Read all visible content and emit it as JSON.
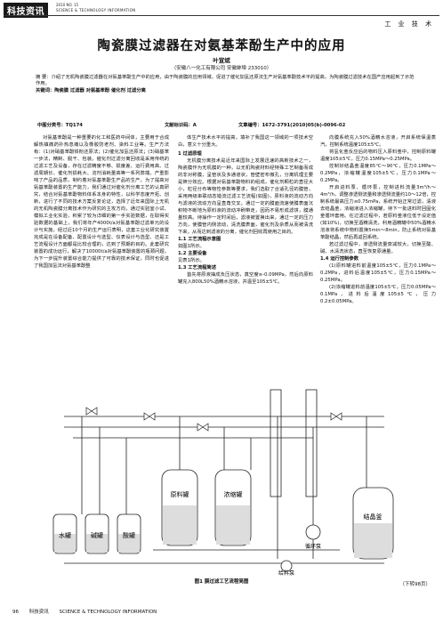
{
  "header": {
    "badge": "科技资讯",
    "issue": "2010  NO. 15",
    "journal_en": "SCIENCE & TECHNOLOGY INFORMATION",
    "section": "工 业 技 术"
  },
  "article": {
    "title": "陶瓷膜过滤器在对氨基苯酚生产中的应用",
    "author": "叶宣斌",
    "affiliation": "（安徽八一化工有限公司    安徽蚌埠    233010）",
    "abstract": "摘  要：介绍了无机陶瓷膜过滤器在对氨基苯酚生产中的应用，由于陶瓷膜的应用领域，促进了催化加氢还原法生产对氨基苯酚技术平的提高，为陶瓷膜过滤技术在国产应用起到了示范作用。",
    "keywords": "关键词：陶瓷膜    过滤器    对氨基苯酚    催化剂    过滤分离",
    "clc": "中图分类号：TQ174",
    "doc_code": "文献标识码：A",
    "article_no": "文章编号：1672-3791(2010)05(b)-0096-02"
  },
  "columns": {
    "left": [
      "对氨基苯酚是一种重要的化工和医药中间体，主要用于合成解热镇痛药扑热息痛以及橡胶防老剂、染料工业等。生产方法有：(1)对硝基苯酚铁粉还原法；(2)催化加氢还原法；(3)硝基苯一步法，精制、脱干、包装。催化剂过滤分离回收是采用传统的过滤工艺及设备，存在过滤精度不够、损度差、运行费用高、过滤周期长、催化剂损耗大、溶剂消耗量高等一系列弊端。产重影响了产品的品质，制约着对氨基苯酚生产品的生产。为了提高对氨基苯酚装置的生产能力，我们通过对催化剂分离工艺的认真研究，结合对氨基苯酚物料体系本身的特性，以科学态度开拓、创新，进行了不同的技术方案反复论证，选择了近年来国际上无机的无机陶瓷膜分离技术作为研究的主攻方向，通过实验室小试、模拟工业化实验，积累了较为详细的第一手实验数据，在取得实验数据的基础上，我们将年产4000t/a对氨基苯酚过滤单元的设计与实施，经过近10个月的生产运行表明，这套工业化研究装置完成是在设备配备、配置设计与选型、仪表设计与选型、还是工艺流程设计方面都是比较合理的，达到了预期的目的。此套研究装置的成功运行，解决了10000t/a对氨基苯酚装置的瓶颈问题，为下一步提升装置综合能力提供了可靠的技术保证，同时也促进了我国加氢法对氨基苯酚整"
    ],
    "middle": [
      {
        "t": "p",
        "v": "体生产技术水平的提高，填补了我国这一领域的一项技术空白，意义十分重大。"
      },
      {
        "t": "h1",
        "v": "1 过滤原理"
      },
      {
        "t": "p",
        "v": "无机膜分离技术是近年来国际上发展迅速的高新技术之一，陶瓷膜作为无机膜的一种，以无机陶瓷材料经特殊工艺制备而成的非对称膜，呈管状及多通道状，管壁密布微孔，分离机理主要是筛分效应。根据对氨基苯酚物料的组成，催化剂颗粒的直径大小，粒径分布等物性参数等要求，我们选取了合适孔径的膜管，采用两级串联动态错流过滤工艺流程(如图)，原料液的流动方向与滤液的流动方向呈直角交叉。通过一定的膜面流速使膜表面沉积物不断地为原料液的流动冲刷带走，因而不易形成滤饼，膜通量较高。待操作一定时间后，滤液被置换出来，通过一定的压力方向，使膜管内侧流动，清洗膜表面，催化剂及杂质从而被清洗下来，从而达到滤液的分离，催化剂回收再使用之目的。"
      },
      {
        "t": "h2",
        "v": "1.1 工艺流程示意图"
      },
      {
        "t": "noind",
        "v": "如图1所示。"
      },
      {
        "t": "h2",
        "v": "1.2 主要设备"
      },
      {
        "t": "noind",
        "v": "见表1所示。"
      },
      {
        "t": "h2",
        "v": "1.3 工艺流程简述"
      },
      {
        "t": "p",
        "v": "首先将原液抽成负压状态，真空度≥-0.09MPa，然后向原料罐充入800L50%酒精水溶液，并温至105±5℃。"
      }
    ],
    "right": [
      {
        "t": "p",
        "v": "向膜系统充入50%酒精水溶液，开启系统保温蒸汽，控制系统温度105±5℃。"
      },
      {
        "t": "p",
        "v": "将氢化釜反应后的物料压入原料釜中，控制原料罐温度105±5℃，压力0.15MPa～0.25MPa。"
      },
      {
        "t": "p",
        "v": "控制好结晶釜温度85℃～90℃，压力0.1MPa～0.2MPa，浓缩罐温度105±5℃，压力0.1MPa～0.2MPa。"
      },
      {
        "t": "p",
        "v": "开启进料泵、循环泵，控制进料流量3m³/h～4m³/h，调整渗透侧流量和渗透侧流量约10～12倍，控制系统最高压力≤0.75mPa，系统开始正常过滤，清液去结晶釜，浓缩液进入浓缩罐，待下一批进料时回固化釜循环套用。在过滤过程中，若原料釜液位低于设定值(如10%)，切换至酒精清洗，利用酒精罐中50%酒精水溶液将系统中物料置换5min～8min，防止系统对氨基苯酚结晶，然后再返回系统。"
      },
      {
        "t": "p",
        "v": "若过滤过程中，渗透侧流量衰减较大，切换至酸、碱、水清洗状态，直至恢复原通量。"
      },
      {
        "t": "h2",
        "v": "1.4 运行控制参数"
      },
      {
        "t": "p",
        "v": "(1)原料罐进料前温度105±5℃，压力0.1MPa～0.2MPa，进料后温度105±5℃，压力0.15MPa～0.25MPa。"
      },
      {
        "t": "p",
        "v": "(2)浓缩罐进料前温度105±5℃，压力0.05MPa～0.1MPa，进料后温度105±5℃，压力0.2±0.05MPa。"
      }
    ]
  },
  "figure": {
    "caption": "图1    膜过滤工艺流程简图",
    "labels": {
      "water": "水罐",
      "alkali": "碱罐",
      "acid": "酸罐",
      "raw": "原料罐",
      "concentrate": "浓缩罐",
      "crystallizer": "结晶釜",
      "circ_pump": "循环泵",
      "feed_pump": "给料泵"
    }
  },
  "continued": "（下转98页）",
  "footer": {
    "page": "96",
    "journal_cn": "科技资讯",
    "journal_en": "SCIENCE & TECHNOLOGY INFORMATION"
  }
}
